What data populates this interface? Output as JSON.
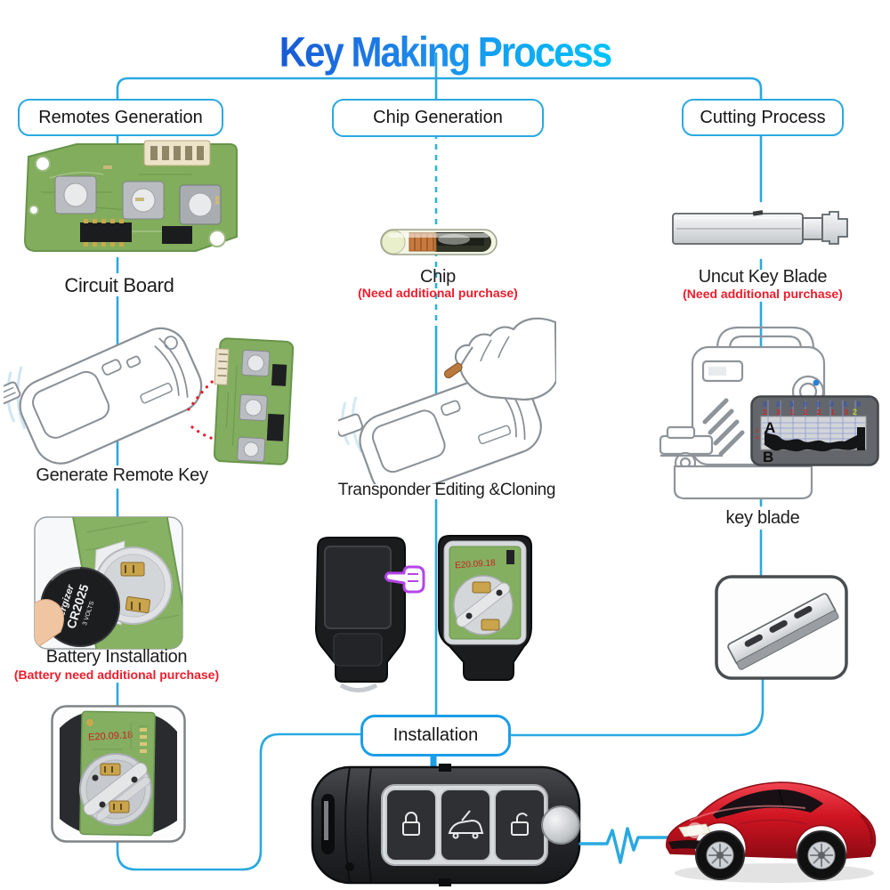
{
  "title": "Key Making Process",
  "colors": {
    "accent": "#2aa9e0",
    "accent_dark": "#1b9ee8",
    "title_start": "#1858d4",
    "title_end": "#02c4f8",
    "red": "#ee1c2c",
    "purple": "#b545e8",
    "pcb_green": "#84ae60",
    "car_red": "#c8101e"
  },
  "branches": [
    {
      "label": "Remotes Generation"
    },
    {
      "label": "Chip Generation"
    },
    {
      "label": "Cutting Process"
    }
  ],
  "remotes_column": {
    "circuit_board_label": "Circuit Board",
    "generate_label": "Generate Remote Key",
    "battery_label": "Battery Installation",
    "battery_note": "(Battery need additional purchase)",
    "battery_brand": "Energizer",
    "battery_model": "CR2025",
    "battery_volts": "3 VOLTS",
    "pcb_marking": "E20.09.18"
  },
  "chip_column": {
    "chip_label": "Chip",
    "chip_note": "(Need additional purchase)",
    "transponder_label": "Transponder Editing &Cloning",
    "shell_pcb_marking": "E20.09.18",
    "installation_label": "Installation"
  },
  "cutting_column": {
    "uncut_label": "Uncut Key  Blade",
    "uncut_note": "(Need additional purchase)",
    "keyblade_label": "key blade",
    "inset": {
      "letter_top": "A",
      "letter_bottom": "B",
      "row_blue": "8 8 8 8 8 8 8 8",
      "row_red": "2 3 1 2 2 1 3",
      "row_highlight": "2",
      "axis_top": "2",
      "axis_bottom": "4"
    }
  }
}
